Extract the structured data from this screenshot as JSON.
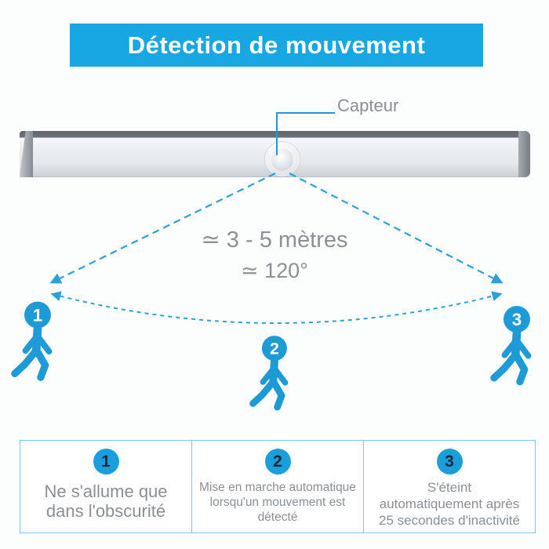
{
  "colors": {
    "banner_blue": "#18a7e2",
    "figure_blue": "#1e9ad6",
    "dashed_blue": "#2da0d8",
    "table_border": "#76cbf0",
    "badge_blue": "#1a9fdc",
    "text_gray": "#8a8f94",
    "badge_number_dark": "#1d2633"
  },
  "banner": {
    "title": "Détection de mouvement"
  },
  "sensor": {
    "label": "Capteur"
  },
  "range": {
    "distance": "≃ 3 - 5 mètres",
    "angle": "≃ 120°"
  },
  "figures": [
    {
      "number": "1"
    },
    {
      "number": "2"
    },
    {
      "number": "3"
    }
  ],
  "features": [
    {
      "number": "1",
      "text": "Ne s'allume que\ndans l'obscurité"
    },
    {
      "number": "2",
      "text": "Mise en marche automatique\nlorsqu'un mouvement est\ndétecté"
    },
    {
      "number": "3",
      "text": "S'éteint\nautomatiquement après\n25 secondes d'inactivité"
    }
  ]
}
